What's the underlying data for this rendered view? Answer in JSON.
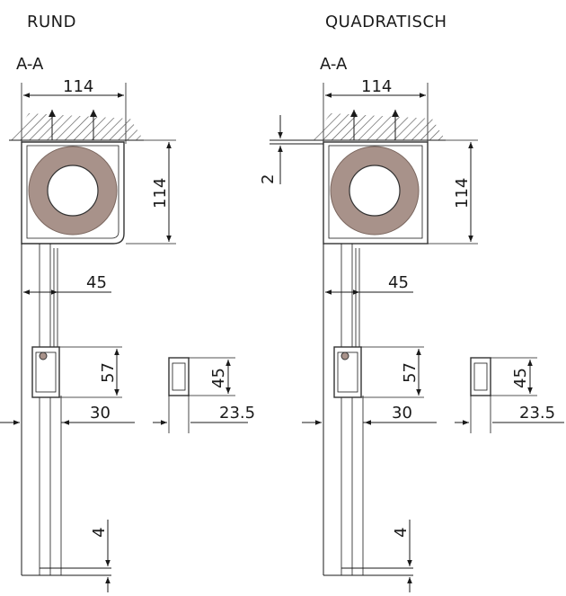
{
  "colors": {
    "line": "#1a1a1a",
    "roll": "#a8928a",
    "roll_edge": "#7b675f",
    "hatch": "#555555"
  },
  "views": [
    {
      "title": "RUND",
      "section": "A-A",
      "dims": {
        "box_width": "114",
        "box_height": "114",
        "rail_depth": "45",
        "bar_height": "57",
        "rail_width": "30",
        "end_height": "45",
        "end_width": "23.5",
        "bottom_gap": "4"
      }
    },
    {
      "title": "QUADRATISCH",
      "section": "A-A",
      "dims": {
        "offset": "2",
        "box_width": "114",
        "box_height": "114",
        "rail_depth": "45",
        "bar_height": "57",
        "rail_width": "30",
        "end_height": "45",
        "end_width": "23.5",
        "bottom_gap": "4"
      }
    }
  ]
}
